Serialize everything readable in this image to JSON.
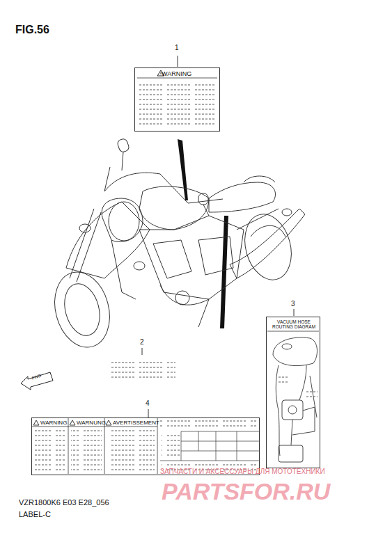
{
  "diagram": {
    "title": "FIG.56",
    "nodes": [
      {
        "text": [
          "WARNING"
        ]
      },
      {
        "text": [
          "VACUUM HOSE ROUTING DIAGRAM"
        ]
      },
      {
        "text": [
          "WARNING",
          "WARNUNG",
          "AVERTISSEMENT"
        ]
      }
    ],
    "labels": [
      "1",
      "2",
      "3",
      "4",
      "FWD",
      "VZR1800K6 E03 E28_056",
      "LABEL-C",
      "ЗАПЧАСТИ И АКСЕССУАРЫ ДЛЯ МОТОТЕХНИКИ",
      "PARTSFOR.RU"
    ]
  }
}
